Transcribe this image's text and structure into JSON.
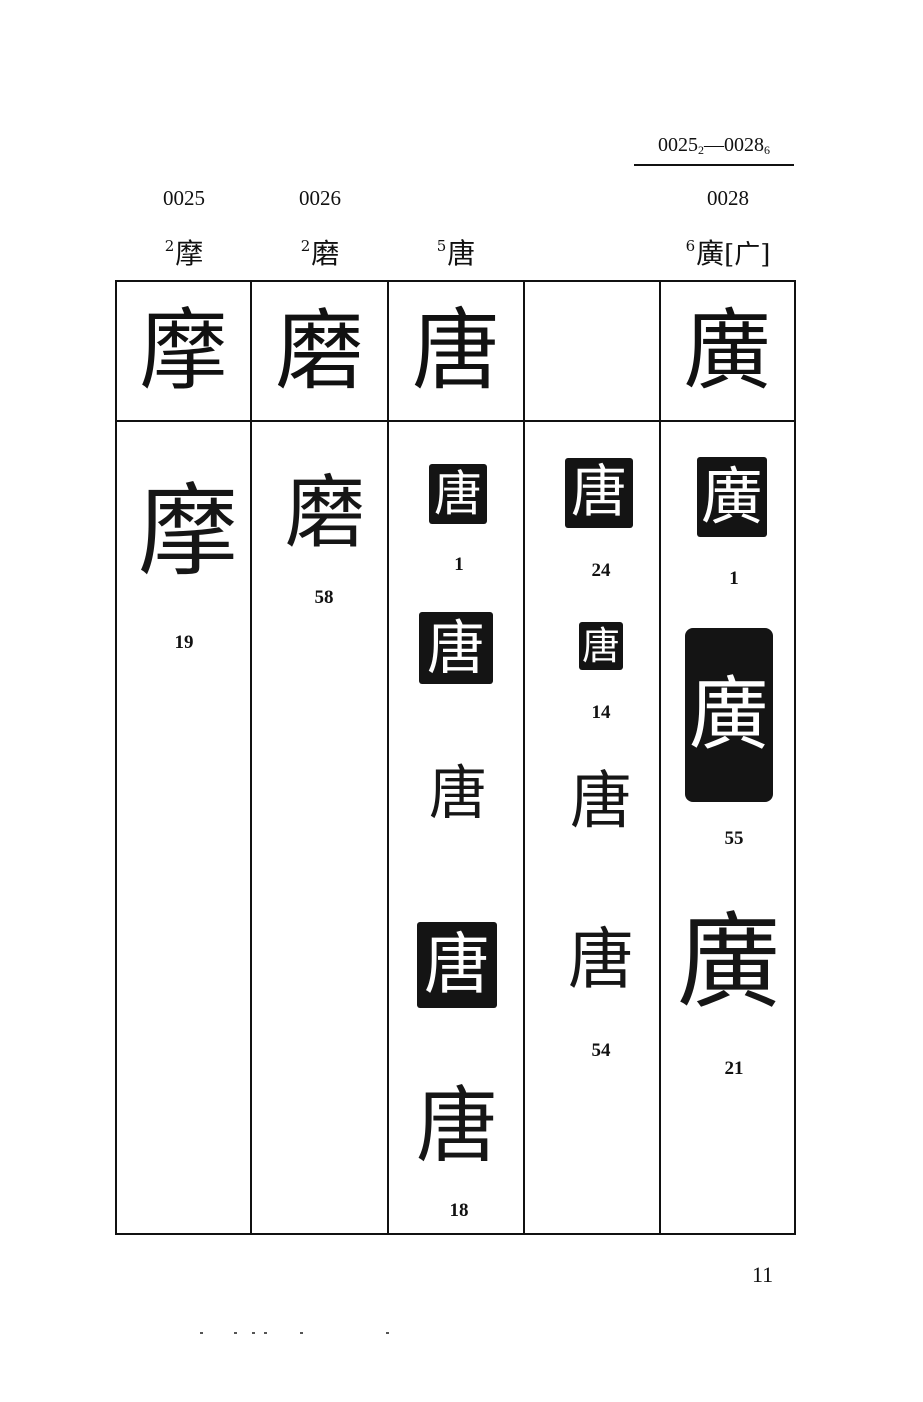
{
  "header": {
    "range_a": "0025",
    "range_a_sub": "2",
    "range_sep": "—",
    "range_b": "0028",
    "range_b_sub": "6"
  },
  "columns": [
    {
      "code": "0025",
      "sup": "2",
      "char": "摩",
      "bracket": ""
    },
    {
      "code": "0026",
      "sup": "2",
      "char": "磨",
      "bracket": ""
    },
    {
      "code": "",
      "sup": "5",
      "char": "唐",
      "bracket": ""
    },
    {
      "code": "",
      "sup": "",
      "char": "",
      "bracket": ""
    },
    {
      "code": "0028",
      "sup": "6",
      "char": "廣",
      "bracket": "[广]"
    }
  ],
  "standard_glyphs": [
    "摩",
    "磨",
    "唐",
    "",
    "廣"
  ],
  "seals": {
    "col1": [
      {
        "char": "摩",
        "label": "19"
      }
    ],
    "col2": [
      {
        "char": "磨",
        "label": "58"
      }
    ],
    "col3": [
      {
        "char": "唐",
        "label": "1"
      },
      {
        "char": "唐",
        "label": ""
      },
      {
        "char": "唐",
        "label": ""
      },
      {
        "char": "唐",
        "label": ""
      },
      {
        "char": "唐",
        "label": "18"
      }
    ],
    "col4": [
      {
        "char": "唐",
        "label": "24"
      },
      {
        "char": "唐",
        "label": "14"
      },
      {
        "char": "唐",
        "label": ""
      },
      {
        "char": "唐",
        "label": "54"
      }
    ],
    "col5": [
      {
        "char": "廣",
        "label": "1"
      },
      {
        "char": "廣",
        "label": "55"
      },
      {
        "char": "廣",
        "label": "21"
      }
    ]
  },
  "page_number": "11"
}
